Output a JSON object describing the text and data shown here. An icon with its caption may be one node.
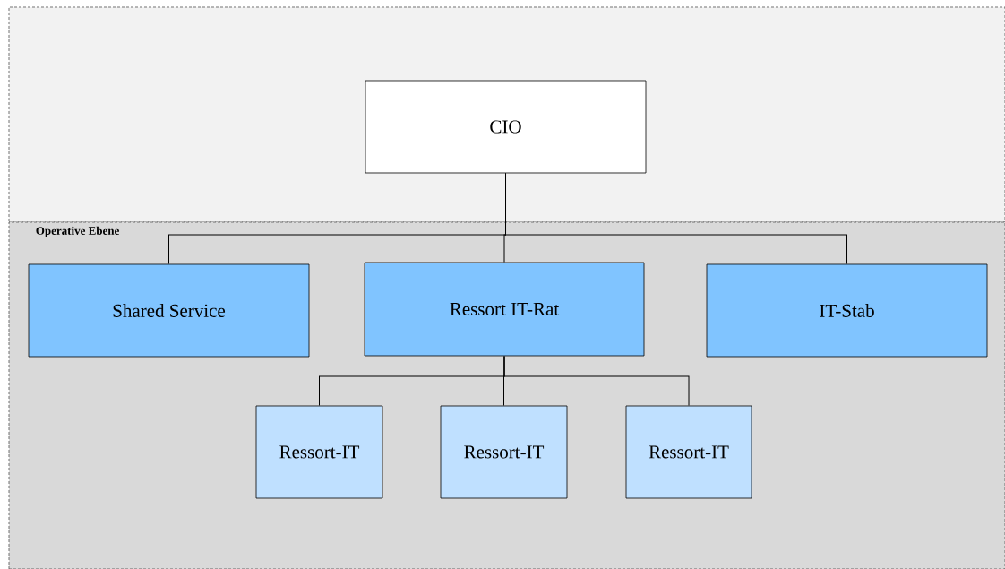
{
  "diagram": {
    "nodes": [
      {
        "text": [],
        "shape": "box"
      },
      {
        "text": [
          "CIO"
        ],
        "in": 0
      },
      {
        "text": [
          "Operative Ebene"
        ]
      },
      {
        "text": [
          "Shared Service"
        ],
        "in": 2
      },
      {
        "text": [
          "Ressort IT-Rat"
        ],
        "in": 2
      },
      {
        "text": [
          "IT-Stab"
        ],
        "in": 2
      },
      {
        "text": [
          "Ressort-IT"
        ],
        "in": 2
      },
      {
        "text": [
          "Ressort-IT"
        ],
        "in": 2
      },
      {
        "text": [
          "Ressort-IT"
        ],
        "in": 2
      }
    ],
    "edges": [
      {
        "from": 1,
        "to": 3,
        "arrow": "none"
      },
      {
        "from": 1,
        "to": 4,
        "arrow": "none"
      },
      {
        "from": 1,
        "to": 5,
        "arrow": "none"
      },
      {
        "from": 4,
        "to": 6,
        "arrow": "none"
      },
      {
        "from": 4,
        "to": 7,
        "arrow": "none"
      },
      {
        "from": 4,
        "to": 8,
        "arrow": "none"
      }
    ]
  }
}
